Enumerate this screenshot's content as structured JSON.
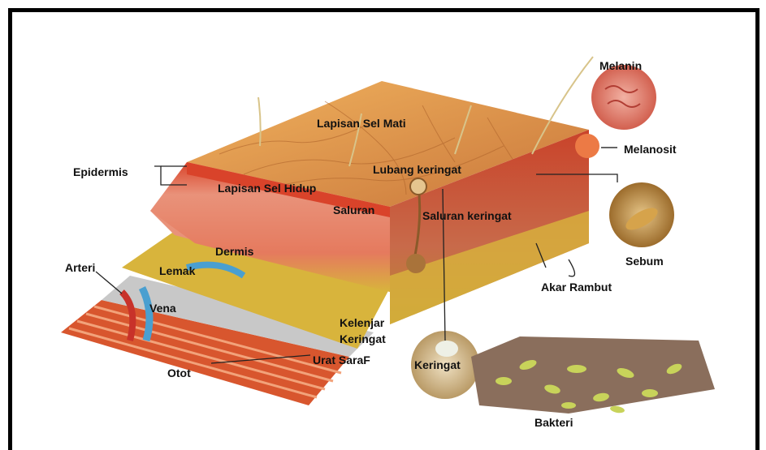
{
  "labels": {
    "melanin": "Melanin",
    "melanosit": "Melanosit",
    "lapisan_sel_mati": "Lapisan Sel Mati",
    "epidermis": "Epidermis",
    "lubang_keringat": "Lubang keringat",
    "lapisan_sel_hidup": "Lapisan Sel Hidup",
    "saluran": "Saluran",
    "saluran_keringat": "Saluran keringat",
    "dermis": "Dermis",
    "lemak": "Lemak",
    "arteri": "Arteri",
    "vena": "Vena",
    "sebum": "Sebum",
    "akar_rambut": "Akar Rambut",
    "kelenjar": "Kelenjar",
    "keringat_gland": "Keringat",
    "urat_saraf": "Urat SaraF",
    "otot": "Otot",
    "keringat": "Keringat",
    "bakteri": "Bakteri"
  },
  "colors": {
    "frame": "#000000",
    "skin_top": "#e39a4c",
    "epidermis_red": "#d9432a",
    "dermis_pink": "#e9927a",
    "fat_yellow": "#d8b43c",
    "muscle_red": "#d8562e",
    "artery_red": "#c8322a",
    "vein_blue": "#4a9fd0",
    "bacteria_green": "#c8d35a"
  }
}
